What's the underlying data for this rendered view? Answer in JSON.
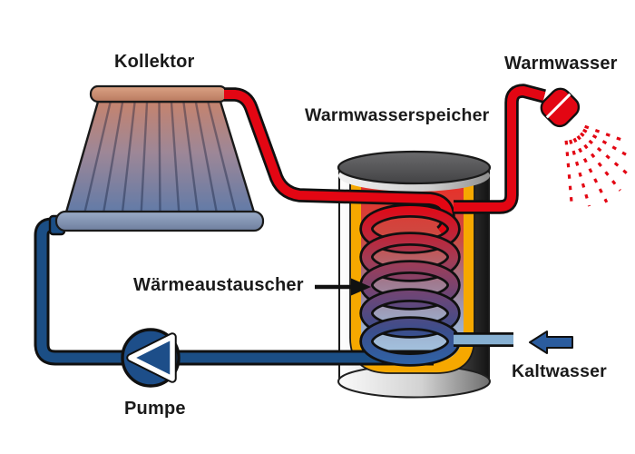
{
  "diagram": {
    "type": "solar_thermal_water_heating_schematic",
    "language": "de",
    "labels": {
      "collector": "Kollektor",
      "hot_water": "Warmwasser",
      "hot_water_storage": "Warmwasserspeicher",
      "heat_exchanger": "Wärmeaustauscher",
      "cold_water": "Kaltwasser",
      "pump": "Pumpe"
    },
    "colors": {
      "hot_pipe_red": "#e30613",
      "solar_return_pipe_blue": "#1b4e85",
      "cold_water_inlet_light_blue": "#87b0d2",
      "cold_water_arrow_blue": "#2b5c9e",
      "tank_insulation_orange": "#f6a800",
      "pump_body_blue": "#1d4e89",
      "tank_lid_gray": "#4e4e50",
      "collector_hot_top": "#c5836e",
      "collector_cold_bottom": "#5f7aa8",
      "text_color": "#1a1a1a",
      "background": "#ffffff"
    }
  }
}
